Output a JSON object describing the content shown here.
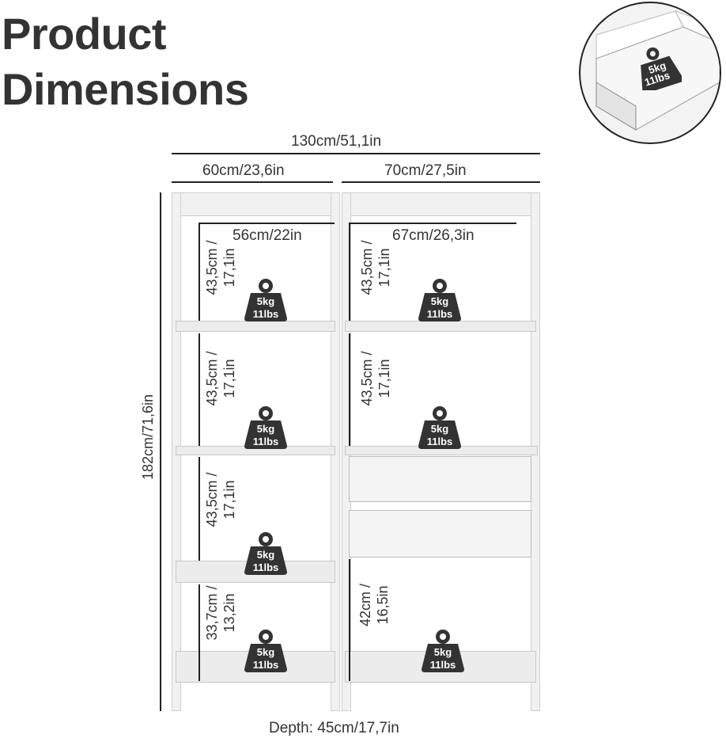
{
  "title": {
    "line1": "Product",
    "line2": "Dimensions"
  },
  "dimensions": {
    "total_width": "130cm/51,1in",
    "left_width": "60cm/23,6in",
    "right_width": "70cm/27,5in",
    "left_inner_width": "56cm/22in",
    "right_inner_width": "67cm/26,3in",
    "height": "182cm/71,6in",
    "depth": "Depth: 45cm/17,7in"
  },
  "compartments": {
    "left": [
      {
        "line1": "43,5cm /",
        "line2": "17,1in"
      },
      {
        "line1": "43,5cm /",
        "line2": "17,1in"
      },
      {
        "line1": "43,5cm /",
        "line2": "17,1in"
      },
      {
        "line1": "33,7cm /",
        "line2": "13,2in"
      }
    ],
    "right": [
      {
        "line1": "43,5cm /",
        "line2": "17,1in"
      },
      {
        "line1": "43,5cm /",
        "line2": "17,1in"
      },
      {
        "line1": "42cm /",
        "line2": "16,5in"
      }
    ]
  },
  "load": {
    "kg": "5kg",
    "lbs": "11lbs"
  },
  "colors": {
    "weight_icon": "#333333",
    "furniture": "#f1f1f1",
    "line": "#222222"
  }
}
